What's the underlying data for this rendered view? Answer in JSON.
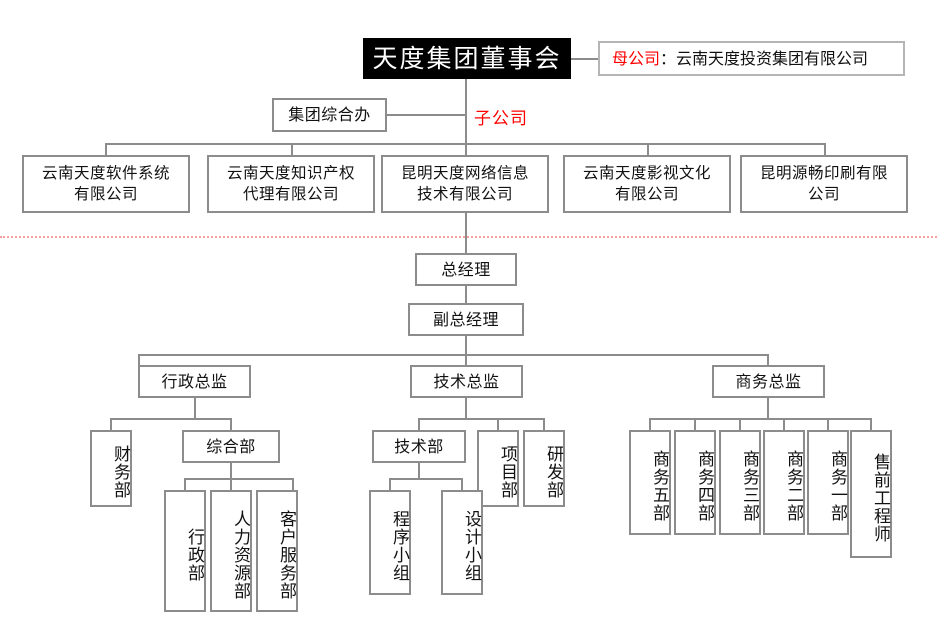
{
  "board": {
    "title": "天度集团董事会",
    "parent_company_label": "母公司",
    "parent_company_sep": "：",
    "parent_company_name": "云南天度投资集团有限公司"
  },
  "group_office": {
    "label": "集团综合办",
    "subsidiary_label": "子公司"
  },
  "subsidiaries": [
    {
      "name": "云南天度软件系统\n有限公司"
    },
    {
      "name": "云南天度知识产权\n代理有限公司"
    },
    {
      "name": "昆明天度网络信息\n技术有限公司"
    },
    {
      "name": "云南天度影视文化\n有限公司"
    },
    {
      "name": "昆明源畅印刷有限\n公司"
    }
  ],
  "management": {
    "general_manager": "总经理",
    "deputy_general_manager": "副总经理"
  },
  "directors": [
    {
      "label": "行政总监"
    },
    {
      "label": "技术总监"
    },
    {
      "label": "商务总监"
    }
  ],
  "admin_branch": {
    "finance": "财务部",
    "general_affairs": "综合部",
    "general_affairs_children": [
      {
        "label": "行政部"
      },
      {
        "label": "人力资源部"
      },
      {
        "label": "客户服务部"
      }
    ]
  },
  "tech_branch": {
    "tech_dept": "技术部",
    "tech_children": [
      {
        "label": "程序小组"
      },
      {
        "label": "设计小组"
      }
    ],
    "project_dept": "项目部",
    "rnd_dept": "研发部"
  },
  "business_branch": {
    "departments": [
      {
        "label": "商务五部"
      },
      {
        "label": "商务四部"
      },
      {
        "label": "商务三部"
      },
      {
        "label": "商务二部"
      },
      {
        "label": "商务一部"
      },
      {
        "label": "售前工程师"
      }
    ]
  },
  "colors": {
    "box_border": "#8c8c8c",
    "title_bg": "#000000",
    "accent_red": "#ff0000",
    "divider": "#f8a0a0"
  }
}
